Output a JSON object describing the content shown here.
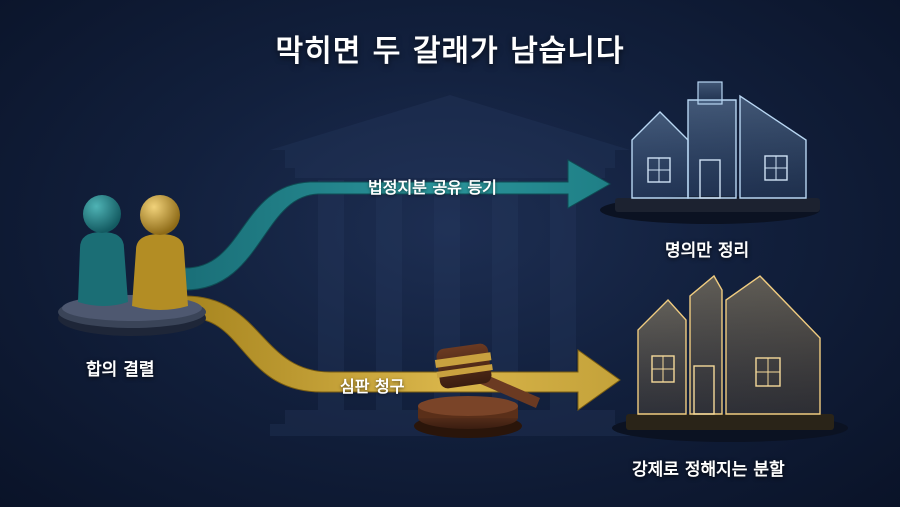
{
  "title": "막히면 두 갈래가 남습니다",
  "start": {
    "label": "합의 결렬"
  },
  "paths": [
    {
      "arrow_label": "법정지분 공유 등기",
      "outcome_label": "명의만 정리",
      "color": "#1f7f86"
    },
    {
      "arrow_label": "심판 청구",
      "outcome_label": "강제로 정해지는 분할",
      "color": "#c4a23a"
    }
  ],
  "colors": {
    "background": "#12203d",
    "teal": "#1f7f86",
    "gold": "#c4a23a"
  },
  "icons": [
    "people-figures-icon",
    "gavel-icon",
    "glass-house-icon",
    "split-house-icon",
    "courthouse-icon"
  ]
}
